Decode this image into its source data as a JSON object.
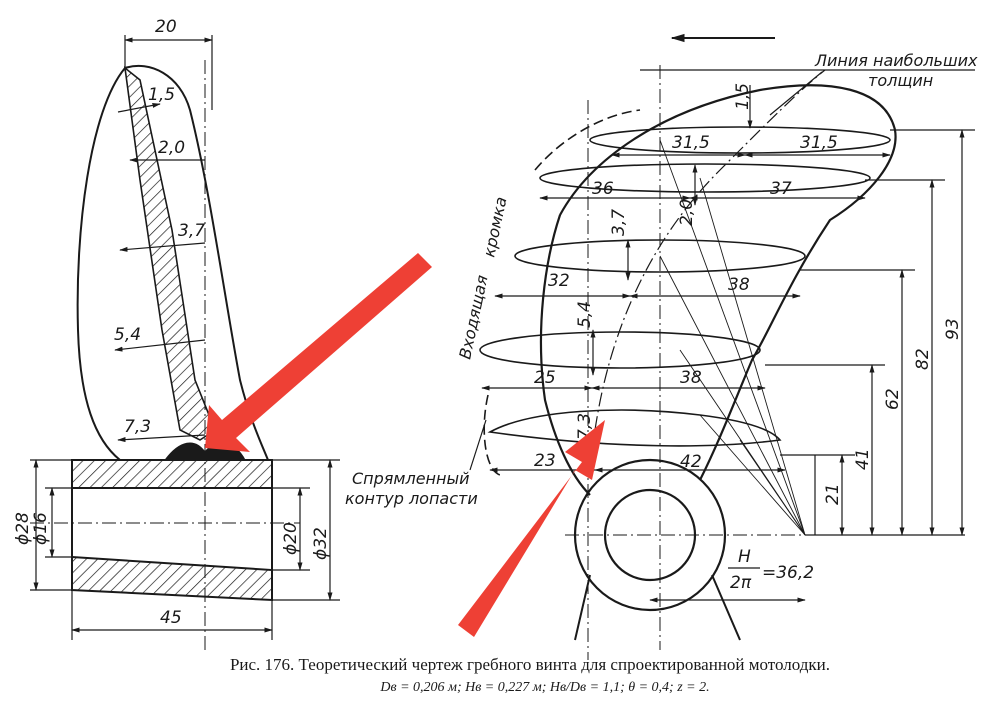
{
  "dimensions": {
    "hub_width_top": "20",
    "section_15": "1,5",
    "section_20": "2,0",
    "section_37": "3,7",
    "section_54": "5,4",
    "section_73": "7,3",
    "phi28": "ϕ28",
    "phi16": "ϕ16",
    "phi20": "ϕ20",
    "phi32": "ϕ32",
    "hub_length": "45",
    "top_thickness": "1,5",
    "r1_left": "31,5",
    "r1_right": "31,5",
    "r2_left": "36",
    "r2_right": "37",
    "r2_thick": "2,0",
    "r3_left": "32",
    "r3_right": "38",
    "r3_thick": "3,7",
    "r4_left": "25",
    "r4_right": "38",
    "r4_thick": "5,4",
    "r5_left": "23",
    "r5_right": "42",
    "r5_thick": "7,3",
    "h93": "93",
    "h82": "82",
    "h62": "62",
    "h41": "41",
    "h21": "21",
    "pitch_num": "H",
    "pitch_den": "2π",
    "pitch_val": "=36,2"
  },
  "labels": {
    "max_thickness_line_1": "Линия наибольших",
    "max_thickness_line_2": "толщин",
    "leading_edge_1": "Входящая",
    "leading_edge_2": "кромка",
    "contour_1": "Спрямленный",
    "contour_2": "контур лопасти"
  },
  "caption": {
    "line1": "Рис. 176. Теоретический чертеж гребного винта для спроектированной мотолодки.",
    "line2": "Dв = 0,206 м; Hв = 0,227 м; Hв/Dв = 1,1; θ = 0,4; z = 2."
  },
  "annotations": {
    "arrow_color": "#ee4035"
  }
}
